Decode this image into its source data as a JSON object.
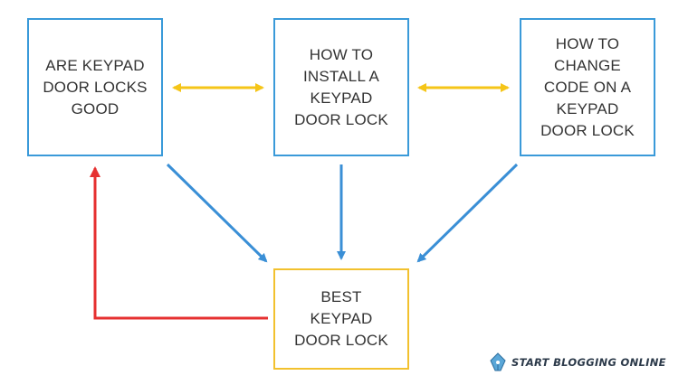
{
  "boxes": {
    "are_keypad_locks_good": "ARE KEYPAD\nDOOR LOCKS\nGOOD",
    "install_keypad_lock": "HOW TO\nINSTALL A\nKEYPAD\nDOOR LOCK",
    "change_code": "HOW TO\nCHANGE\nCODE ON A\nKEYPAD\nDOOR LOCK",
    "best_keypad_lock": "BEST\nKEYPAD\nDOOR LOCK"
  },
  "brand": {
    "text": "START BLOGGING ONLINE",
    "icon": "pen-nib-icon"
  },
  "colors": {
    "box_border": "#3a9ad9",
    "hub_border": "#f2c12e",
    "arrow_blue": "#3a8fd6",
    "arrow_yellow": "#f5c518",
    "arrow_red": "#e63030",
    "text": "#333333"
  }
}
